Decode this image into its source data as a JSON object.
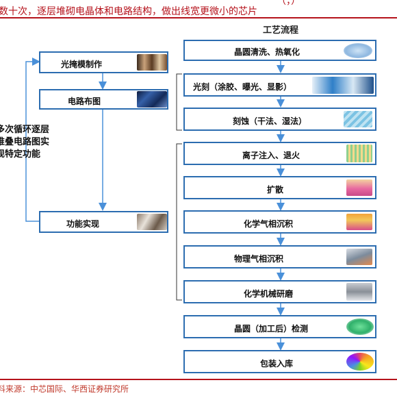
{
  "header": {
    "line1_fragment": "（，）",
    "line2": "数十次，逐层堆砌电晶体和电路结构，做出线宽更微小的芯片"
  },
  "process_title": "工艺流程",
  "left_flow": {
    "steps": [
      "光掩模制作",
      "电路布图",
      "功能实现"
    ],
    "loop_note": [
      "多次循环逐层",
      "堆叠电路图实",
      "现特定功能"
    ]
  },
  "right_flow": {
    "steps": [
      "晶圆清洗、热氧化",
      "光刻（涂胶、曝光、显影）",
      "刻蚀（干法、湿法）",
      "离子注入、退火",
      "扩散",
      "化学气相沉积",
      "物理气相沉积",
      "化学机械研磨",
      "晶圆（加工后）检测",
      "包装入库"
    ]
  },
  "footer": {
    "source": "料来源：中芯国际、华西证券研究所"
  },
  "colors": {
    "accent_red": "#b5121b",
    "box_blue": "#2b6cb0",
    "arrow_blue": "#4a90d9"
  },
  "icons": [
    "photomask-image",
    "circuit-layout-image",
    "function-image",
    "wafer-image",
    "lithography-image",
    "etching-image",
    "ion-implant-image",
    "diffusion-image",
    "cvd-image",
    "pvd-image",
    "cmp-machine-image",
    "inspection-image",
    "packaged-wafer-image"
  ]
}
